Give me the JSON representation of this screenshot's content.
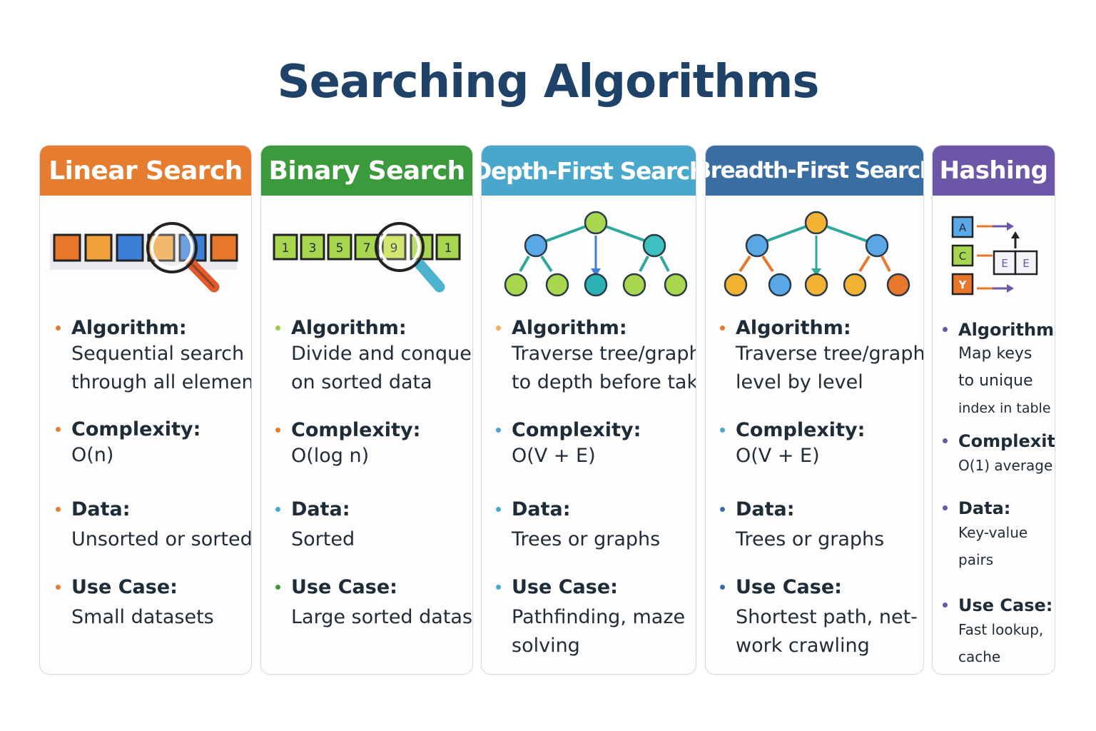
{
  "title": "Searching Algorithms",
  "colors": {
    "linear": "#e57c2e",
    "binary": "#3a9a3c",
    "dfs": "#4aa7cc",
    "bfs": "#3a6ea3",
    "hash": "#6c56a8"
  },
  "cards": [
    {
      "name": "Linear Search",
      "algorithm_label": "Algorithm:",
      "algorithm": [
        "Sequential search",
        "through all elements"
      ],
      "complexity_label": "Complexity:",
      "complexity": "O(n)",
      "data_label": "Data:",
      "data": "Unsorted or sorted",
      "usecase_label": "Use Case:",
      "usecase": [
        "Small datasets"
      ]
    },
    {
      "name": "Binary Search",
      "algorithm_label": "Algorithm:",
      "algorithm": [
        "Divide and conquer",
        "on sorted data"
      ],
      "complexity_label": "Complexity:",
      "complexity": "O(log n)",
      "data_label": "Data:",
      "data": "Sorted",
      "usecase_label": "Use Case:",
      "usecase": [
        "Large sorted datasets"
      ],
      "array_values": [
        "1",
        "3",
        "5",
        "7",
        "9",
        "1"
      ]
    },
    {
      "name": "Depth-First Search",
      "algorithm_label": "Algorithm:",
      "algorithm": [
        "Traverse tree/graph",
        "to depth before tak-"
      ],
      "complexity_label": "Complexity:",
      "complexity": "O(V + E)",
      "data_label": "Data:",
      "data": "Trees or graphs",
      "usecase_label": "Use Case:",
      "usecase": [
        "Pathfinding, maze",
        "solving"
      ]
    },
    {
      "name": "Breadth-First Search",
      "algorithm_label": "Algorithm:",
      "algorithm": [
        "Traverse tree/graph",
        "level by level"
      ],
      "complexity_label": "Complexity:",
      "complexity": "O(V + E)",
      "data_label": "Data:",
      "data": "Trees or graphs",
      "usecase_label": "Use Case:",
      "usecase": [
        "Shortest path, net-",
        "work crawling"
      ]
    },
    {
      "name": "Hashing",
      "algorithm_label": "Algorithm:",
      "algorithm": [
        "Map keys",
        "to unique",
        "index in table"
      ],
      "complexity_label": "Complexity:",
      "complexity": "O(1) average",
      "data_label": "Data:",
      "data": [
        "Key-value",
        "pairs"
      ],
      "usecase_label": "Use Case:",
      "usecase": [
        "Fast lookup,",
        "cache"
      ],
      "keys": [
        "A",
        "C",
        "Y"
      ],
      "buckets": [
        "E",
        "E"
      ]
    }
  ]
}
